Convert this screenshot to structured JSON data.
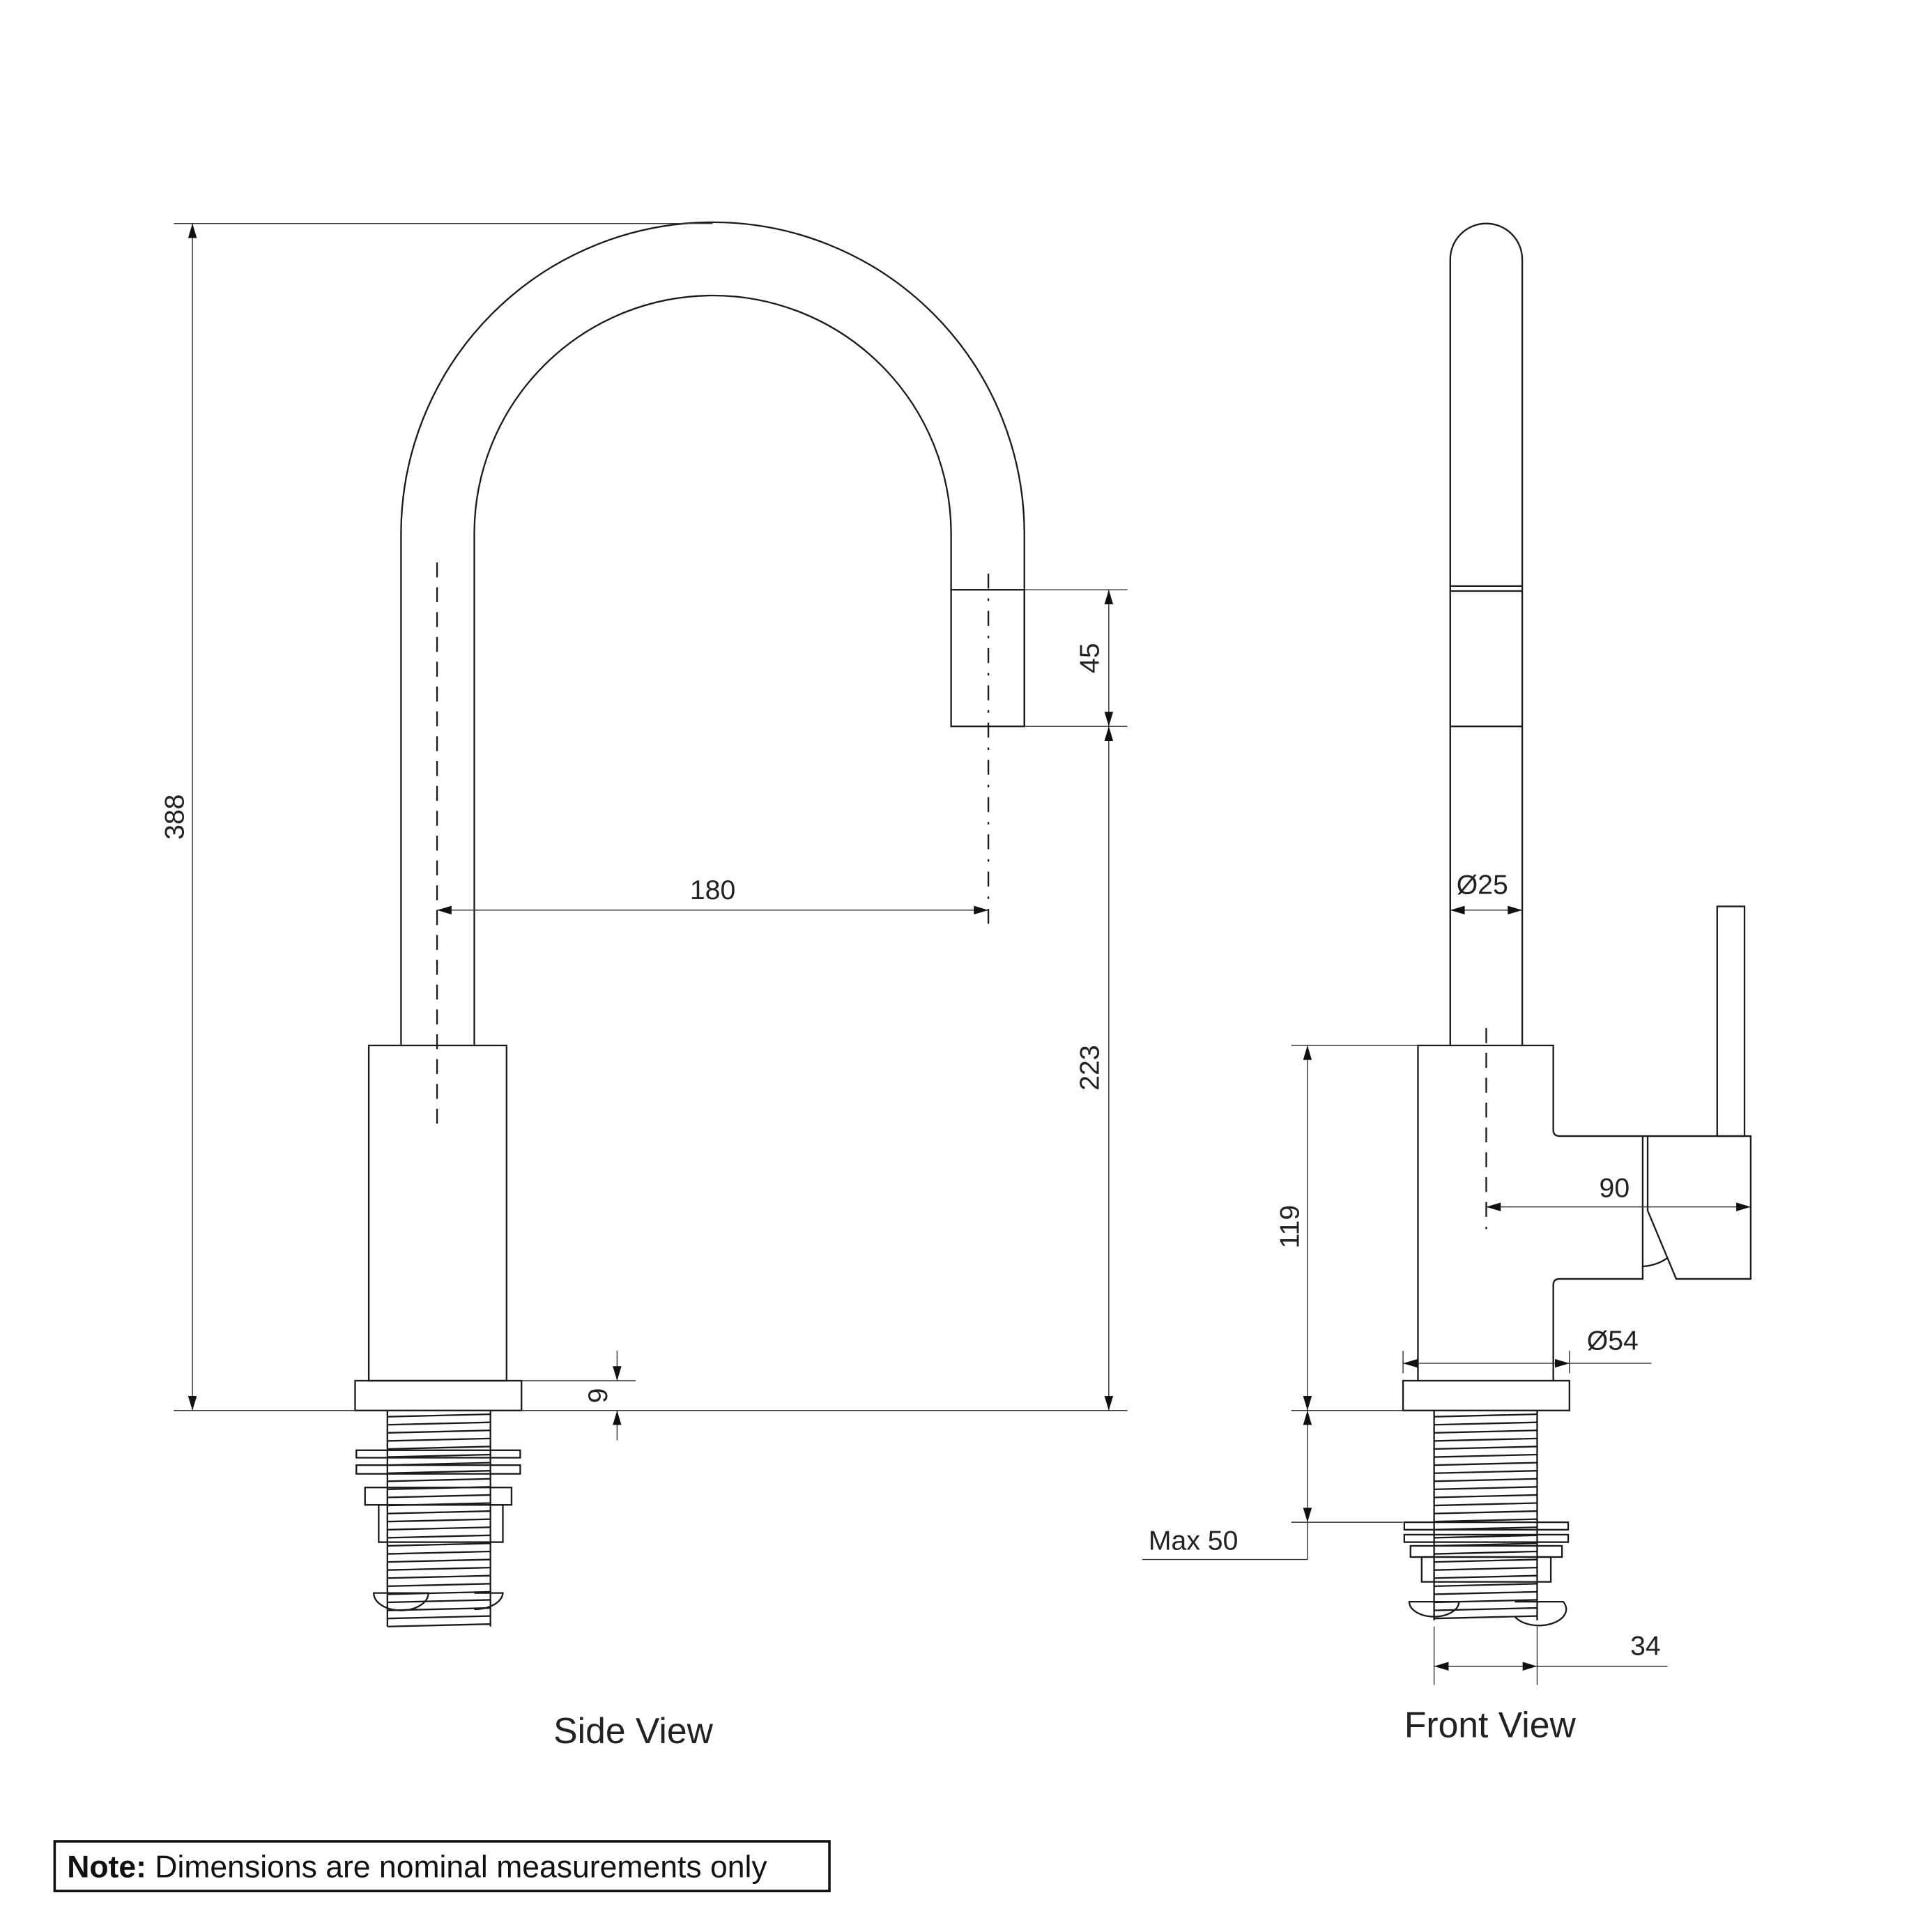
{
  "side_view": {
    "caption": "Side View",
    "dimensions": {
      "height": "388",
      "reach": "180",
      "nozzle": "45",
      "spout_clearance": "223",
      "base_ring": "9"
    }
  },
  "front_view": {
    "caption": "Front View",
    "dimensions": {
      "spout_diameter": "Ø25",
      "body_height": "119",
      "handle_reach": "90",
      "body_diameter": "Ø54",
      "max_bench": "Max 50",
      "thread_diameter": "34"
    }
  },
  "note": {
    "label": "Note:",
    "text": " Dimensions are nominal measurements only"
  }
}
